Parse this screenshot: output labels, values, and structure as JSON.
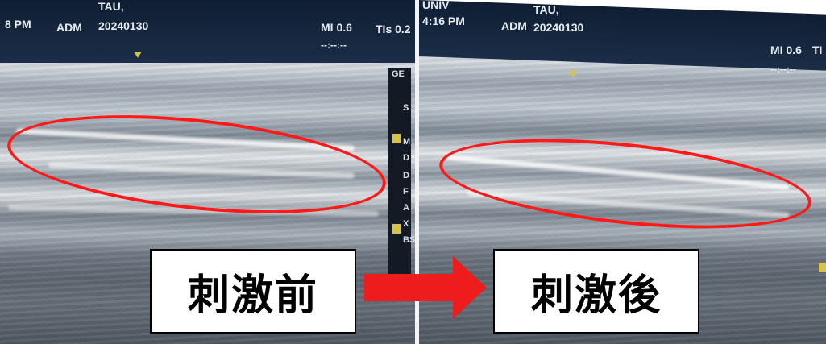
{
  "left_panel": {
    "time": "8 PM",
    "operator": "ADM",
    "patient": "TAU,",
    "date": "20240130",
    "mi": "MI 0.6",
    "tis": "TIs 0.2",
    "dashes": "--:--:--",
    "side_top": "GE",
    "side_letters": [
      "S",
      "M",
      "D",
      "D",
      "F",
      "A",
      "X",
      "BS"
    ]
  },
  "right_panel": {
    "institution": "UNIV",
    "time": "4:16 PM",
    "operator": "ADM",
    "patient": "TAU,",
    "date": "20240130",
    "mi": "MI 0.6",
    "tis": "TI",
    "dashes": "--:--:--"
  },
  "captions": {
    "before": "刺激前",
    "after": "刺激後"
  },
  "colors": {
    "annotation_red": "#ff1a1a",
    "arrow_red": "#ee1c1c",
    "header_bg": "#0f1e33",
    "marker_yellow": "#d7c34a"
  }
}
